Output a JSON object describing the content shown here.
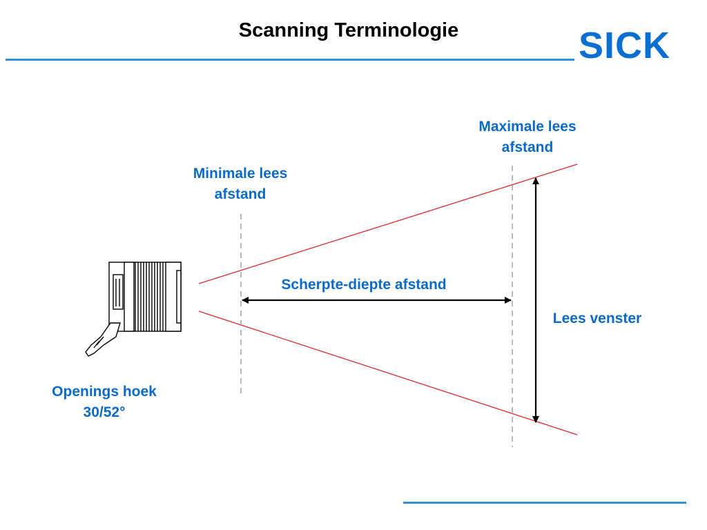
{
  "slide": {
    "title": "Scanning Terminologie",
    "logo_text": "SICK"
  },
  "labels": {
    "min_distance": [
      "Minimale lees",
      "afstand"
    ],
    "max_distance": [
      "Maximale lees",
      "afstand"
    ],
    "depth_of_field": "Scherpte-diepte afstand",
    "read_window": "Lees venster",
    "opening_angle": [
      "Openings hoek",
      "30/52°"
    ]
  },
  "colors": {
    "accent_blue": "#0a6ac8",
    "rule_blue": "#2f8fd8",
    "beam_red": "#e0262a",
    "dashed_gray": "#9a9a9a"
  }
}
